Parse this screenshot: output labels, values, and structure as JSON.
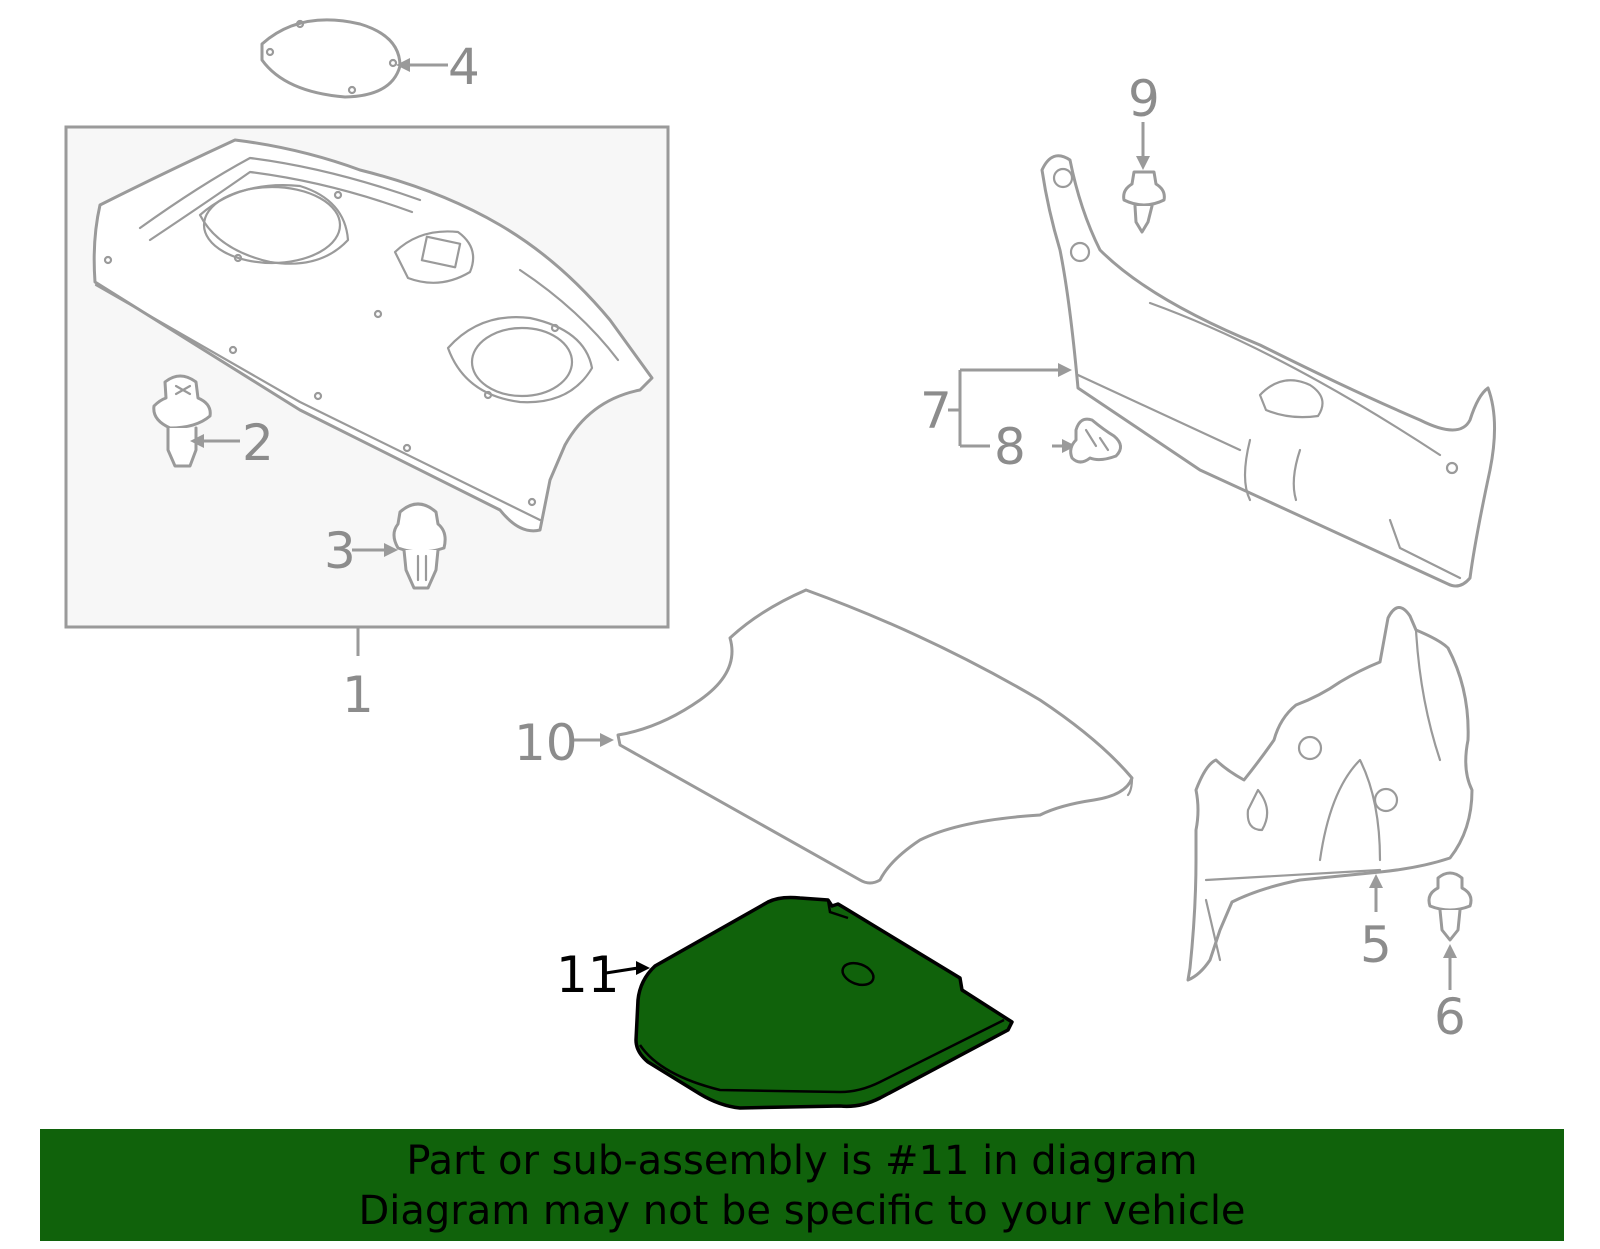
{
  "callouts": {
    "c1": "1",
    "c2": "2",
    "c3": "3",
    "c4": "4",
    "c5": "5",
    "c6": "6",
    "c7": "7",
    "c8": "8",
    "c9": "9",
    "c10": "10",
    "c11": "11"
  },
  "banner": {
    "line1": "Part or sub-assembly is #11 in diagram",
    "line2": "Diagram may not be specific to your vehicle"
  },
  "colors": {
    "highlight": "#10620b",
    "outline": "#9a9a9a",
    "group_box_fill": "#f7f7f7"
  }
}
